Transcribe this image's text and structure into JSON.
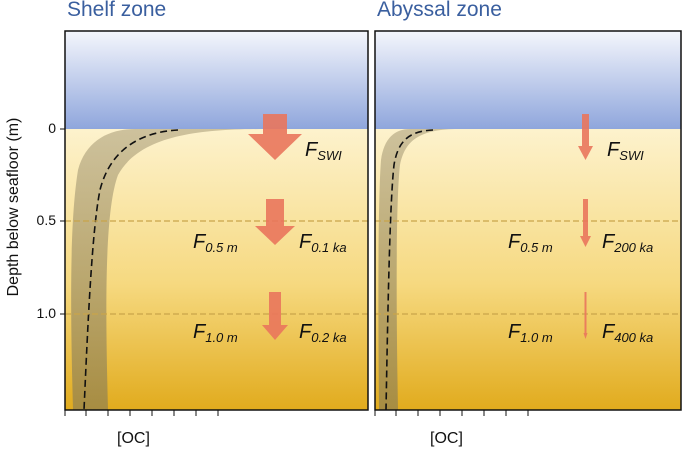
{
  "panels": [
    {
      "title": "Shelf zone",
      "labels": {
        "swi": {
          "main": "F",
          "sub": "SWI"
        },
        "d05_left": {
          "main": "F",
          "sub": "0.5 m"
        },
        "d05_right": {
          "main": "F",
          "sub": "0.1 ka"
        },
        "d10_left": {
          "main": "F",
          "sub": "1.0 m"
        },
        "d10_right": {
          "main": "F",
          "sub": "0.2 ka"
        }
      },
      "xlabel": "[OC]"
    },
    {
      "title": "Abyssal zone",
      "labels": {
        "swi": {
          "main": "F",
          "sub": "SWI"
        },
        "d05_left": {
          "main": "F",
          "sub": "0.5 m"
        },
        "d05_right": {
          "main": "F",
          "sub": "200 ka"
        },
        "d10_left": {
          "main": "F",
          "sub": "1.0 m"
        },
        "d10_right": {
          "main": "F",
          "sub": "400 ka"
        }
      },
      "xlabel": "[OC]"
    }
  ],
  "y_axis": {
    "label": "Depth below seafloor (m)",
    "ticks": [
      "0",
      "0.5",
      "1.0"
    ]
  },
  "colors": {
    "water_top": "#8fa6dc",
    "water_bottom": "#c3d0ee",
    "sediment_top": "#fdf1c8",
    "sediment_bottom": "#e1ac1e",
    "arrow": "#e9765c",
    "band": "#b8aa88",
    "dashed_depth_line": "#c9a54a",
    "title": "#3a5f9f"
  }
}
